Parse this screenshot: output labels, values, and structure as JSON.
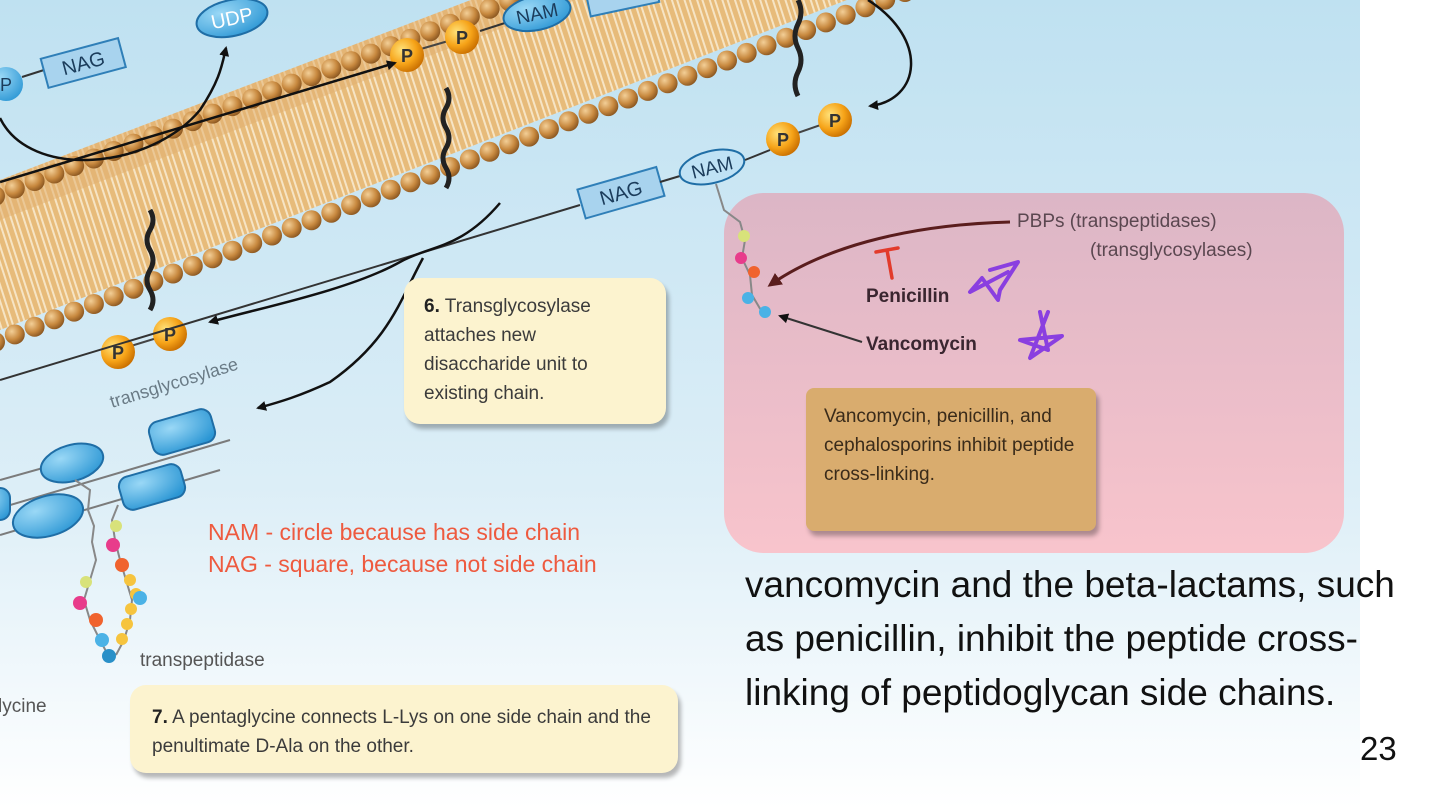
{
  "diagram": {
    "membrane_labels": {
      "udp": "UDP",
      "nag": "NAG",
      "nam": "NAM",
      "phosphate": "P",
      "transglycosylase": "transglycosylase",
      "transpeptidase": "transpeptidase",
      "glycine_partial": "lycine"
    },
    "step6": {
      "number": "6.",
      "text": "Transglycosylase attaches new disaccharide unit to existing chain."
    },
    "step7": {
      "number": "7.",
      "text": "A pentaglycine connects L-Lys on one side chain and the penultimate D-Ala on the other."
    },
    "pbps": {
      "line1": "PBPs (transpeptidases)",
      "line2": "(transglycosylases)"
    },
    "drugs": {
      "penicillin": "Penicillin",
      "vancomycin": "Vancomycin"
    },
    "inhibition_note": "Vancomycin, penicillin, and cephalosporins inhibit peptide cross-linking."
  },
  "annotations": {
    "nam_note": "NAM - circle because has side chain",
    "nag_note": "NAG - square, because not side chain"
  },
  "body_text": "vancomycin and the beta-lactams, such as penicillin, inhibit the peptide cross-linking of peptidoglycan side chains.",
  "slide_number": "23",
  "colors": {
    "background_blue": "#cfe6f3",
    "membrane_orange": "#d9a55b",
    "phosphate_orange": "#f5a51e",
    "sugar_blue": "#4bb2e6",
    "callout_cream": "#fcf3cf",
    "pink_panel": "#e7b8c8",
    "annotation_red": "#ee5a3f",
    "star_purple": "#8a3fe0"
  }
}
